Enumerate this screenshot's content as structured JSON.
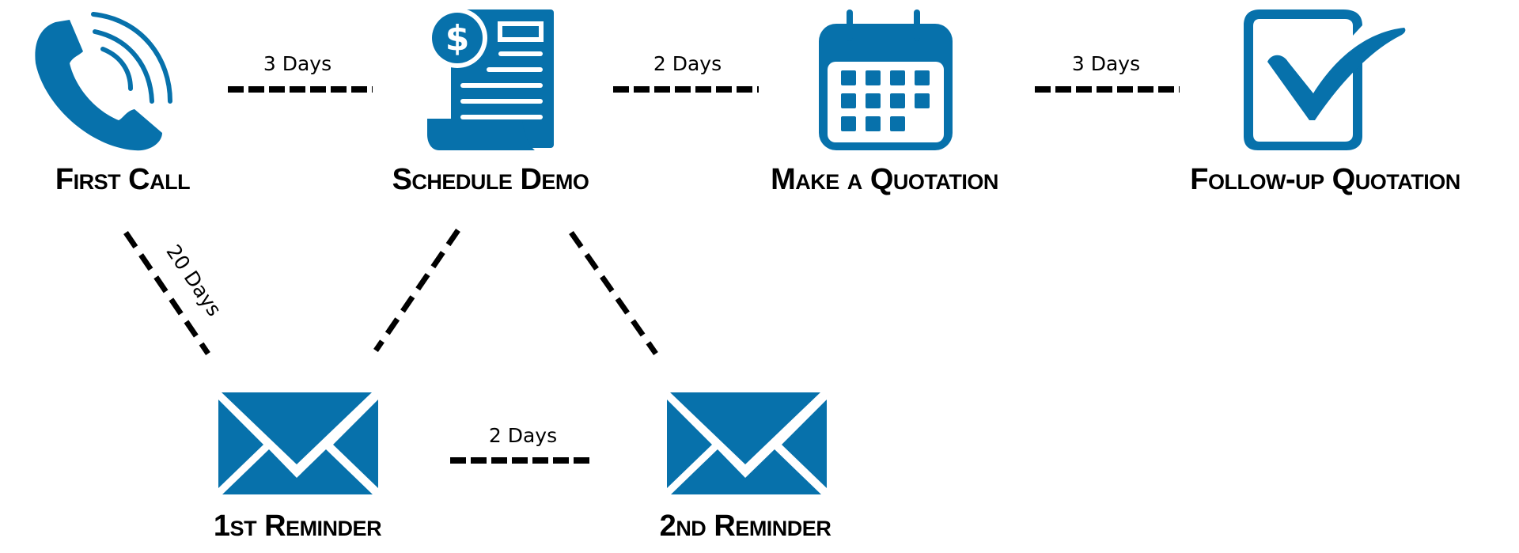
{
  "colors": {
    "icon": "#0771AB",
    "connector": "#000000",
    "background": "#ffffff"
  },
  "nodes": [
    {
      "label": "First Call",
      "icon": "phone-icon"
    },
    {
      "label": "Schedule Demo",
      "icon": "invoice-icon"
    },
    {
      "label": "Make a Quotation",
      "icon": "calendar-icon"
    },
    {
      "label": "Follow-up Quotation",
      "icon": "checkbox-icon"
    },
    {
      "label": "1st Reminder",
      "icon": "envelope-icon"
    },
    {
      "label": "2nd Reminder",
      "icon": "envelope-icon"
    }
  ],
  "edges": [
    {
      "from": "First Call",
      "to": "Schedule Demo",
      "label": "3 Days"
    },
    {
      "from": "Schedule Demo",
      "to": "Make a Quotation",
      "label": "2 Days"
    },
    {
      "from": "Make a Quotation",
      "to": "Follow-up Quotation",
      "label": "3 Days"
    },
    {
      "from": "First Call",
      "to": "1st Reminder",
      "label": "20 Days"
    },
    {
      "from": "Schedule Demo",
      "to": "1st Reminder",
      "label": ""
    },
    {
      "from": "Schedule Demo",
      "to": "2nd Reminder",
      "label": ""
    },
    {
      "from": "1st Reminder",
      "to": "2nd Reminder",
      "label": "2 Days"
    }
  ]
}
